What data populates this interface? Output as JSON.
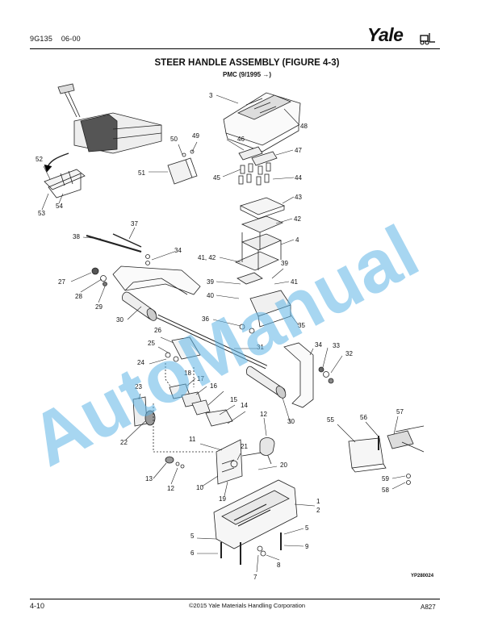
{
  "header": {
    "doc_code": "9G135",
    "date": "06-00",
    "brand": "Yale"
  },
  "title": "STEER HANDLE ASSEMBLY (FIGURE 4-3)",
  "subtitle": "PMC  (9/1995 →)",
  "diagram_id": "YP280024",
  "watermark": "AutoManual",
  "footer": {
    "page": "4-10",
    "copyright": "©2015 Yale Materials Handling Corporation",
    "code": "A827"
  },
  "callouts": [
    "1",
    "2",
    "3",
    "4",
    "5",
    "5",
    "6",
    "7",
    "8",
    "9",
    "10",
    "11",
    "12",
    "12",
    "13",
    "14",
    "15",
    "16",
    "17",
    "18",
    "19",
    "20",
    "21",
    "22",
    "23",
    "24",
    "25",
    "26",
    "27",
    "28",
    "29",
    "30",
    "30",
    "31",
    "32",
    "33",
    "34",
    "34",
    "35",
    "36",
    "37",
    "38",
    "39",
    "39",
    "40",
    "41",
    "41, 42",
    "42",
    "43",
    "44",
    "45",
    "46",
    "47",
    "48",
    "49",
    "50",
    "51",
    "52",
    "53",
    "54",
    "55",
    "56",
    "57",
    "58",
    "59"
  ],
  "colors": {
    "watermark": "#5fb4e6",
    "ink": "#111111"
  }
}
